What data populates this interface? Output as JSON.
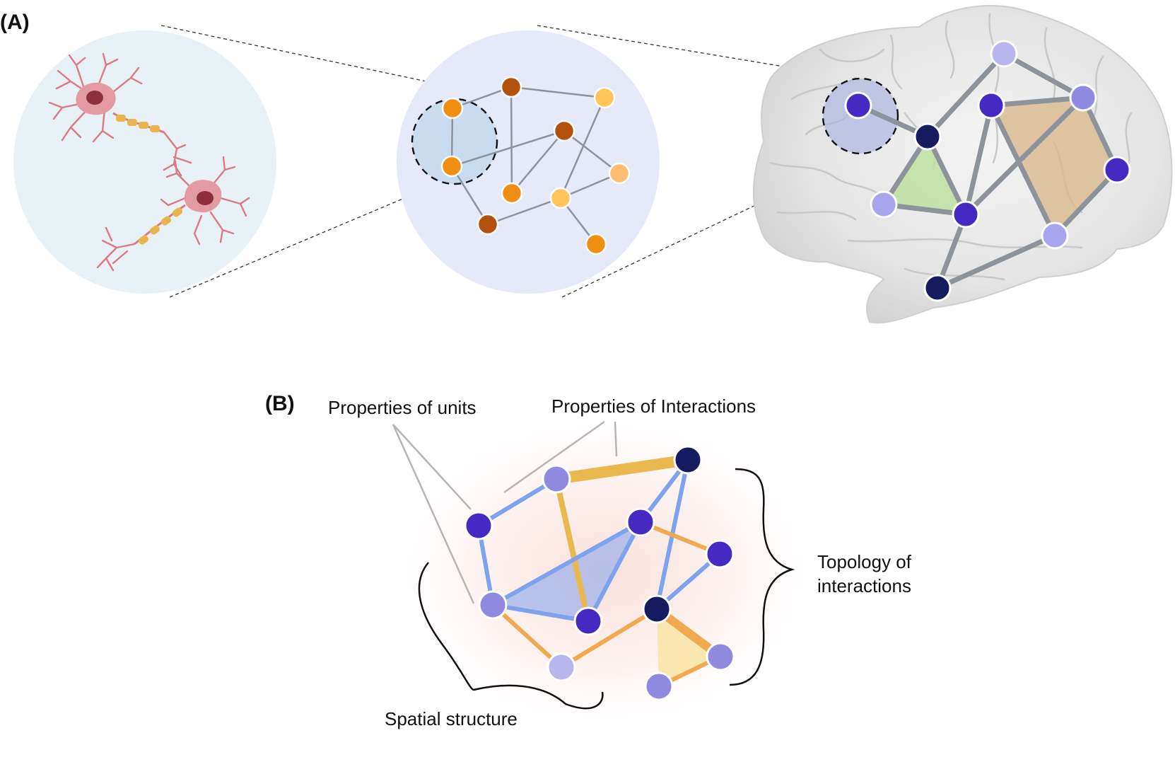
{
  "panel_a": {
    "label": "(A)"
  },
  "panel_b": {
    "label": "(B)",
    "annotations": {
      "units": "Properties of units",
      "interactions": "Properties of Interactions",
      "topology_line1": "Topology of",
      "topology_line2": "interactions",
      "spatial": "Spatial structure"
    }
  },
  "colors": {
    "circle_neuron_bg": "#e8f1f5",
    "circle_network_bg": "#e6e9f7",
    "highlight_bg": "#c9dcef",
    "neuron_pink": "#e39aa3",
    "neuron_nucleus": "#8e2f3f",
    "myelin_orange": "#e9b44c",
    "edge_gray": "#8d939a",
    "brain_gray": "#e2e2e2",
    "green_fill": "#bde0a0",
    "tan_fill": "#d9b98d",
    "node_dark_navy": "#161a5e",
    "node_purple": "#4529c2",
    "node_medium": "#8f8ae0",
    "node_light": "#b9b6ee",
    "edge_blue": "#7da2ee",
    "edge_orange": "#f0a94e",
    "edge_gold": "#e9b84e",
    "blue_triangle": "#a8b6ea",
    "yellow_triangle": "#f8e4a8",
    "orange_dark": "#b3500e",
    "orange_mid": "#f08e12",
    "orange_light": "#ffc55a",
    "orange_pale": "#ffbd70"
  },
  "icons": [
    "neuron-icon",
    "brain-icon"
  ]
}
